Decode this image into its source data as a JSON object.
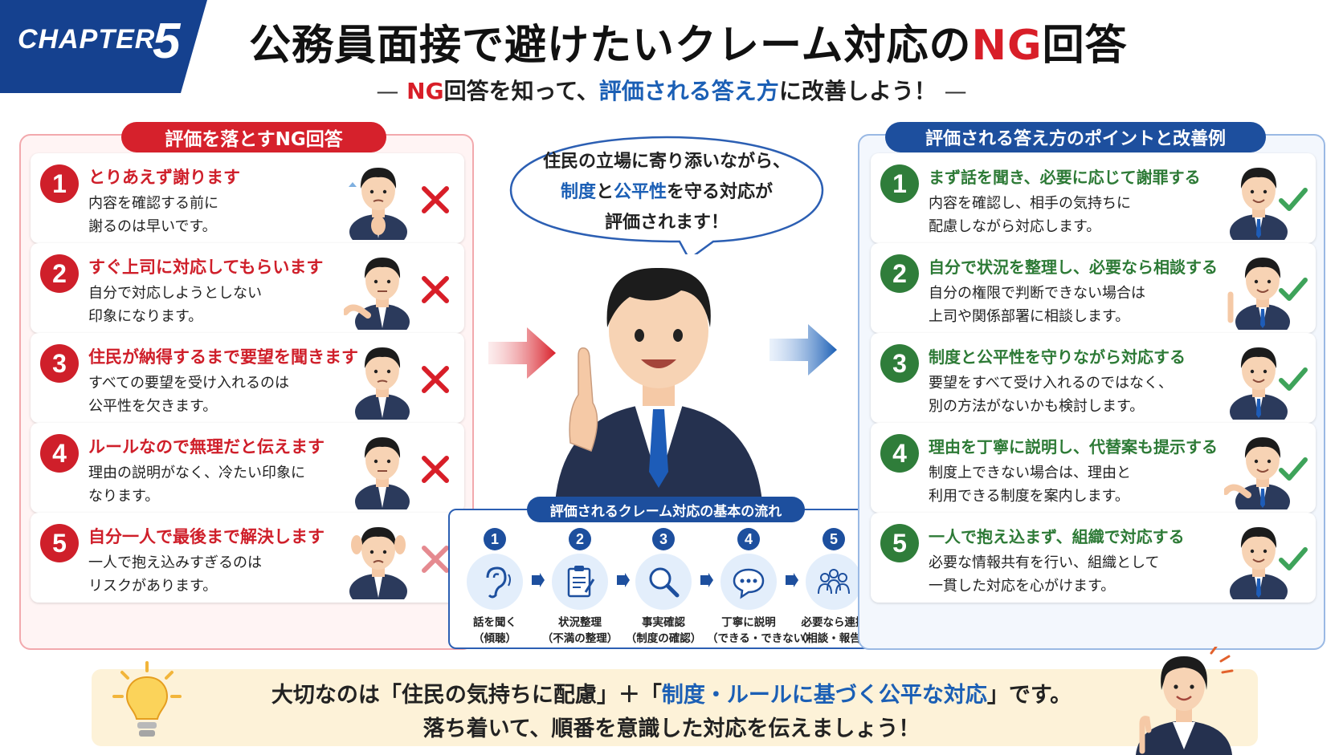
{
  "header": {
    "chapter_label": "CHAPTER",
    "chapter_number": "5",
    "title_part1": "公務員面接で避けたいクレーム対応の",
    "title_ng": "NG",
    "title_part2": "回答",
    "subtitle_dash_left": "—",
    "subtitle_ng": "NG",
    "subtitle_mid": "回答を知って、",
    "subtitle_blue": "評価される答え方",
    "subtitle_end": "に改善しよう！",
    "subtitle_dash_right": "—"
  },
  "ng_panel": {
    "label": "評価を落とすNG回答",
    "items": [
      {
        "num": "1",
        "title": "とりあえず謝ります",
        "desc1": "内容を確認する前に",
        "desc2": "謝るのは早いです。"
      },
      {
        "num": "2",
        "title": "すぐ上司に対応してもらいます",
        "desc1": "自分で対応しようとしない",
        "desc2": "印象になります。"
      },
      {
        "num": "3",
        "title": "住民が納得するまで要望を聞きます",
        "desc1": "すべての要望を受け入れるのは",
        "desc2": "公平性を欠きます。"
      },
      {
        "num": "4",
        "title": "ルールなので無理だと伝えます",
        "desc1": "理由の説明がなく、冷たい印象に",
        "desc2": "なります。"
      },
      {
        "num": "5",
        "title": "自分一人で最後まで解決します",
        "desc1": "一人で抱え込みすぎるのは",
        "desc2": "リスクがあります。"
      }
    ]
  },
  "good_panel": {
    "label": "評価される答え方のポイントと改善例",
    "items": [
      {
        "num": "1",
        "title": "まず話を聞き、必要に応じて謝罪する",
        "desc1": "内容を確認し、相手の気持ちに",
        "desc2": "配慮しながら対応します。"
      },
      {
        "num": "2",
        "title": "自分で状況を整理し、必要なら相談する",
        "desc1": "自分の権限で判断できない場合は",
        "desc2": "上司や関係部署に相談します。"
      },
      {
        "num": "3",
        "title": "制度と公平性を守りながら対応する",
        "desc1": "要望をすべて受け入れるのではなく、",
        "desc2": "別の方法がないかも検討します。"
      },
      {
        "num": "4",
        "title": "理由を丁寧に説明し、代替案も提示する",
        "desc1": "制度上できない場合は、理由と",
        "desc2": "利用できる制度を案内します。"
      },
      {
        "num": "5",
        "title": "一人で抱え込まず、組織で対応する",
        "desc1": "必要な情報共有を行い、組織として",
        "desc2": "一貫した対応を心がけます。"
      }
    ]
  },
  "speech": {
    "line1": "住民の立場に寄り添いながら、",
    "line2_a": "制度",
    "line2_b": "と",
    "line2_c": "公平性",
    "line2_d": "を守る対応が",
    "line3": "評価されます！"
  },
  "flow": {
    "label": "評価されるクレーム対応の基本の流れ",
    "steps": [
      {
        "num": "1",
        "icon": "ear-icon",
        "label1": "話を聞く",
        "label2": "（傾聴）"
      },
      {
        "num": "2",
        "icon": "clipboard-icon",
        "label1": "状況整理",
        "label2": "（不満の整理）"
      },
      {
        "num": "3",
        "icon": "magnifier-icon",
        "label1": "事実確認",
        "label2": "（制度の確認）"
      },
      {
        "num": "4",
        "icon": "speech-bubble-icon",
        "label1": "丁寧に説明",
        "label2": "（できる・できない）"
      },
      {
        "num": "5",
        "icon": "team-icon",
        "label1": "必要なら連携",
        "label2": "（相談・報告）"
      }
    ]
  },
  "bottom": {
    "line1_a": "大切なのは「住民の気持ちに配慮」＋「",
    "line1_b": "制度・ルールに基づく公平な対応",
    "line1_c": "」です。",
    "line2": "落ち着いて、順番を意識した対応を伝えましょう！"
  },
  "colors": {
    "ng_red": "#d81e28",
    "accent_blue": "#1d4f9e",
    "good_green": "#2d7a36",
    "check_green": "#3ea35a"
  }
}
